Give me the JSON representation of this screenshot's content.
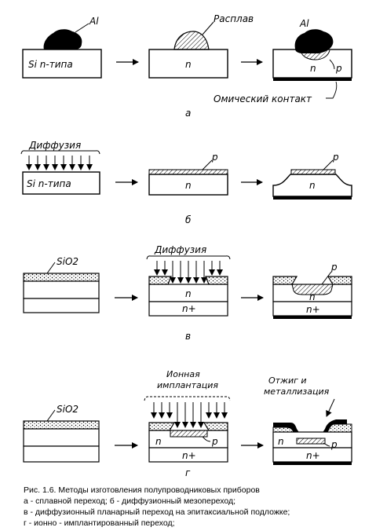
{
  "labels": {
    "al": "Al",
    "melt": "Расплав",
    "si_n": "Si n-типа",
    "n": "n",
    "n_plus": "n+",
    "p": "p",
    "ohmic": "Омический контакт",
    "diffusion": "Диффузия",
    "sio2": "SiO2",
    "ion_implant_1": "Ионная",
    "ion_implant_2": "имплантация",
    "anneal_1": "Отжиг и",
    "anneal_2": "металлизация"
  },
  "row_letters": [
    "а",
    "б",
    "в",
    "г"
  ],
  "caption": {
    "title": "Рис. 1.6. Методы изготовления полупроводниковых приборов",
    "line_a": "а - сплавной переход; б - диффузионный мезопереход;",
    "line_b": "в - диффузионный планарный переход  на эпитаксиальной подложке;",
    "line_c": "г - ионно - имплантированный переход;"
  }
}
